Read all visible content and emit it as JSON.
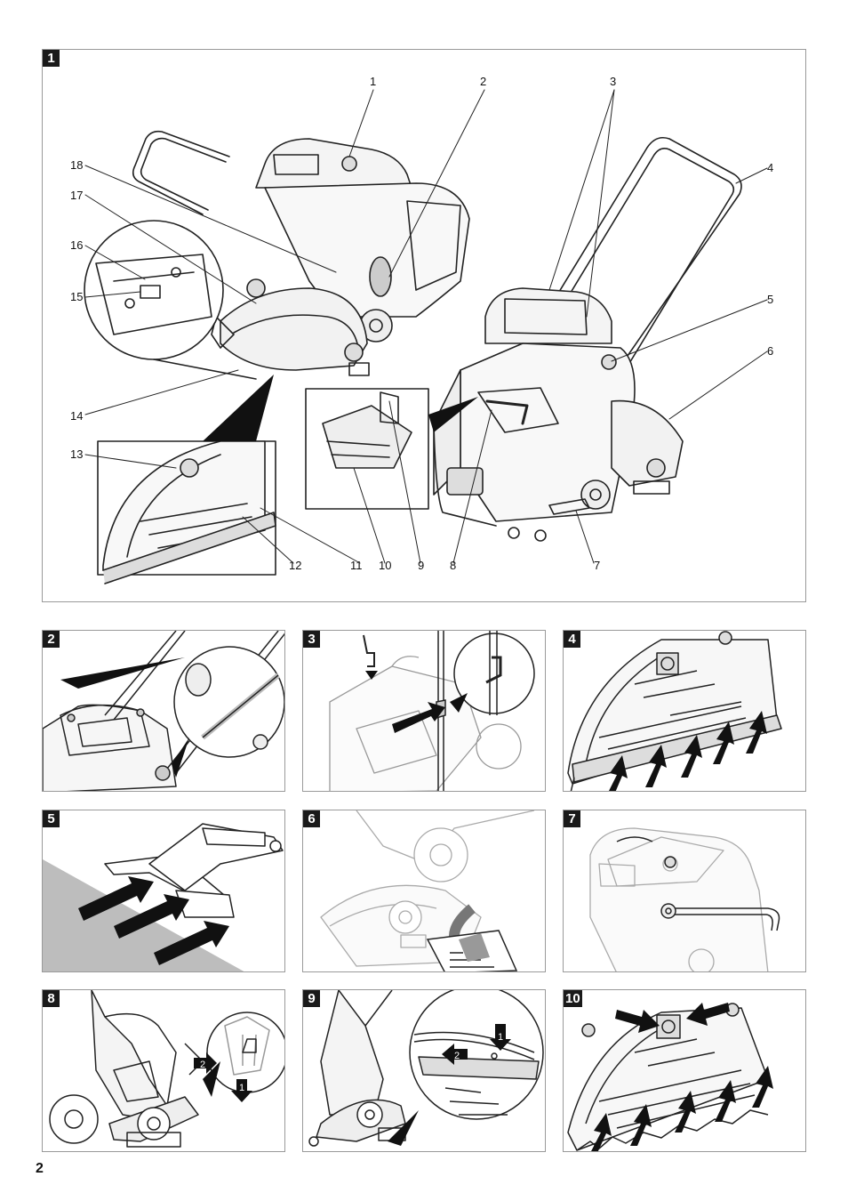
{
  "page_number": "2",
  "main_figure": {
    "badge": "1",
    "callouts": [
      "1",
      "2",
      "3",
      "4",
      "5",
      "6",
      "7",
      "8",
      "9",
      "10",
      "11",
      "12",
      "13",
      "14",
      "15",
      "16",
      "17",
      "18"
    ]
  },
  "panels": [
    {
      "badge": "2"
    },
    {
      "badge": "3"
    },
    {
      "badge": "4"
    },
    {
      "badge": "5"
    },
    {
      "badge": "6"
    },
    {
      "badge": "7"
    },
    {
      "badge": "8",
      "step_a": "2",
      "step_b": "1"
    },
    {
      "badge": "9",
      "step_a": "1",
      "step_b": "2"
    },
    {
      "badge": "10"
    }
  ]
}
